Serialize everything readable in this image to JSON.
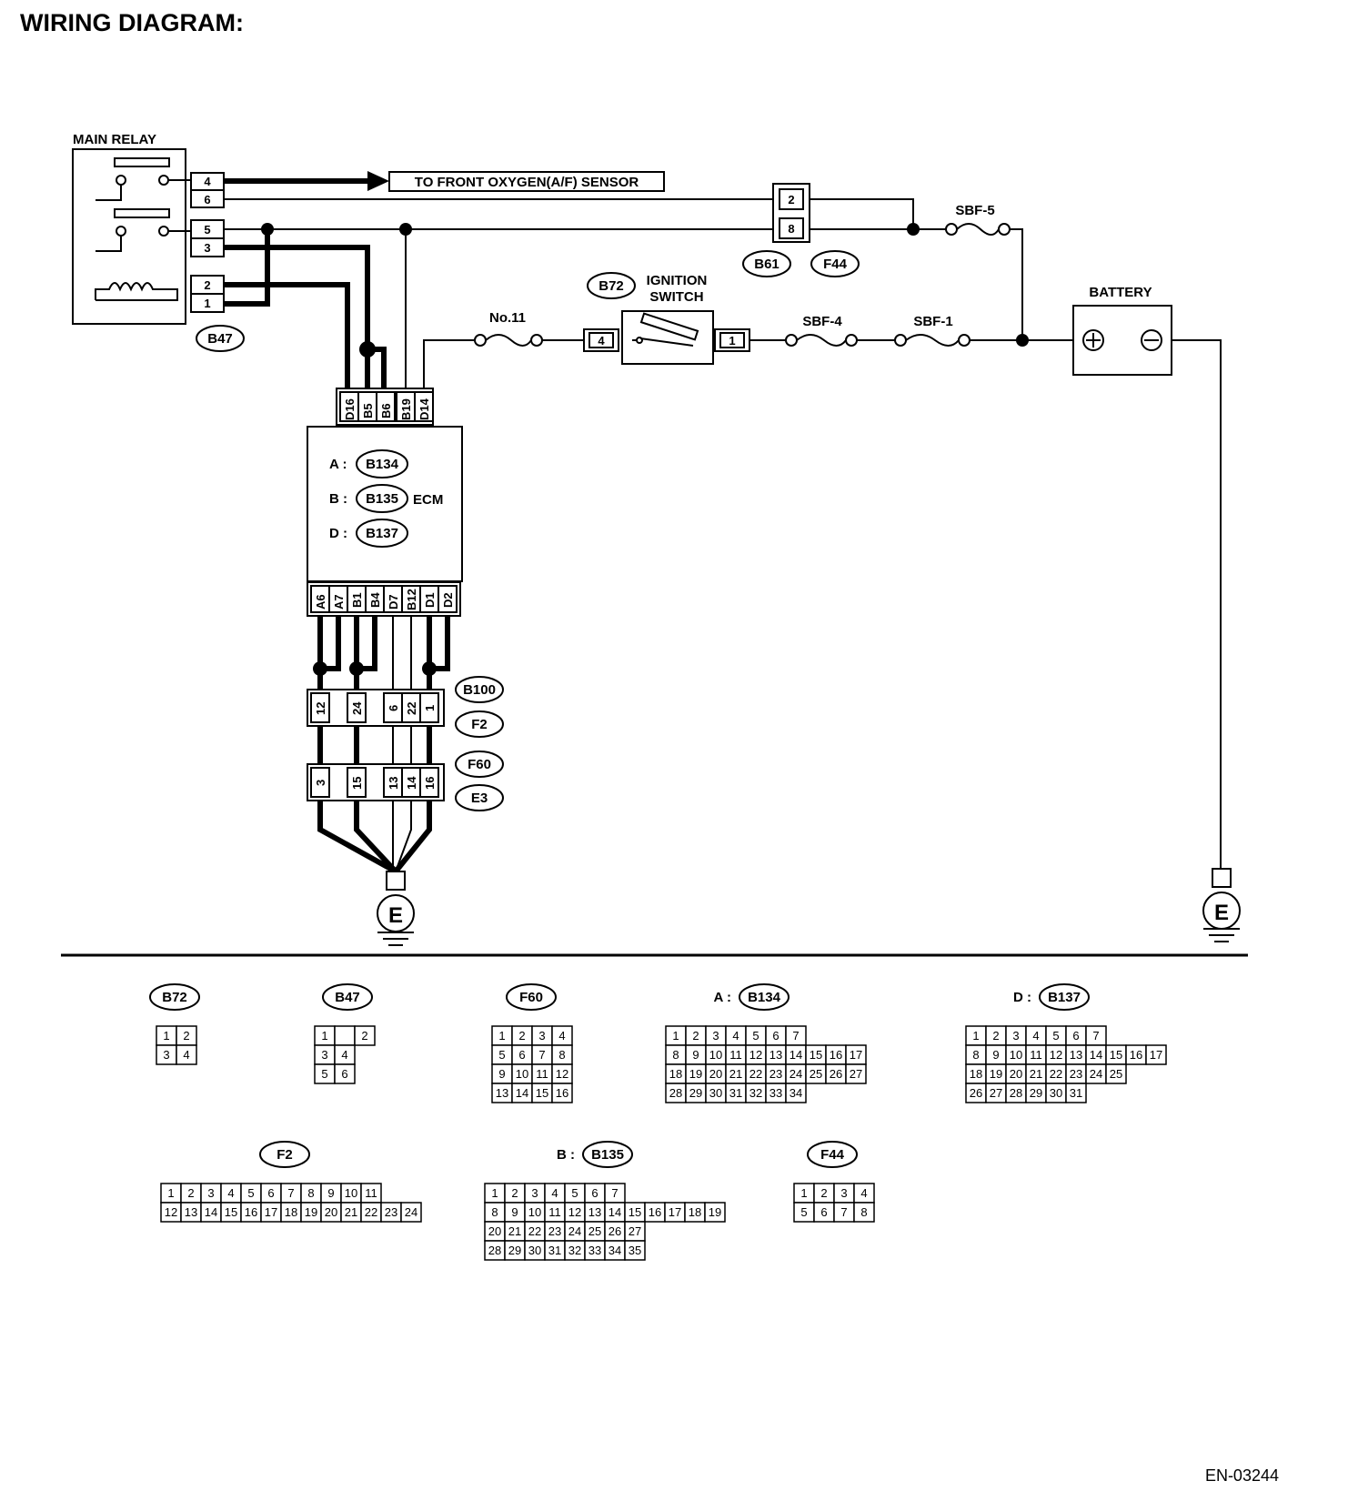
{
  "title": "WIRING DIAGRAM:",
  "doc_code": "EN-03244",
  "main_relay": {
    "label": "MAIN RELAY",
    "connector": "B47",
    "pins": [
      "4",
      "6",
      "5",
      "3",
      "2",
      "1"
    ]
  },
  "front_oxygen_label": "TO FRONT OXYGEN(A/F) SENSOR",
  "b61_connector": {
    "pins": [
      "2",
      "8"
    ],
    "names": [
      "B61",
      "F44"
    ]
  },
  "fuses": {
    "sbf5": "SBF-5",
    "no11": "No.11",
    "sbf4": "SBF-4",
    "sbf1": "SBF-1"
  },
  "ignition_switch": {
    "label_line1": "IGNITION",
    "label_line2": "SWITCH",
    "connector": "B72",
    "pin_left": "4",
    "pin_right": "1"
  },
  "battery": {
    "label": "BATTERY",
    "plus": "⊕",
    "minus": "⊖"
  },
  "ecm": {
    "label": "ECM",
    "top_pins": [
      "D16",
      "B5",
      "B6",
      "B19",
      "D14"
    ],
    "bottom_pins": [
      "A6",
      "A7",
      "B1",
      "B4",
      "D7",
      "B12",
      "D1",
      "D2"
    ],
    "connectors": [
      {
        "letter": "A :",
        "name": "B134"
      },
      {
        "letter": "B :",
        "name": "B135"
      },
      {
        "letter": "D :",
        "name": "B137"
      }
    ]
  },
  "joint_b100": {
    "names": [
      "B100",
      "F2"
    ],
    "pins": [
      "12",
      "24",
      "6",
      "22",
      "1"
    ]
  },
  "joint_f60": {
    "names": [
      "F60",
      "E3"
    ],
    "pins": [
      "3",
      "15",
      "13",
      "14",
      "16"
    ]
  },
  "ground_label": "E",
  "connector_views": [
    {
      "name": "B72",
      "prefix": "",
      "rows": [
        [
          "1",
          "2"
        ],
        [
          "3",
          "4"
        ]
      ]
    },
    {
      "name": "B47",
      "prefix": "",
      "rows": [
        [
          "1",
          "",
          "2"
        ],
        [
          "3",
          "4"
        ],
        [
          "5",
          "6"
        ]
      ]
    },
    {
      "name": "F60",
      "prefix": "",
      "rows": [
        [
          "1",
          "2",
          "3",
          "4"
        ],
        [
          "5",
          "6",
          "7",
          "8"
        ],
        [
          "9",
          "10",
          "11",
          "12"
        ],
        [
          "13",
          "14",
          "15",
          "16"
        ]
      ]
    },
    {
      "name": "B134",
      "prefix": "A :",
      "rows": [
        [
          "1",
          "2",
          "3",
          "4",
          "5",
          "6",
          "7"
        ],
        [
          "8",
          "9",
          "10",
          "11",
          "12",
          "13",
          "14",
          "15",
          "16",
          "17"
        ],
        [
          "18",
          "19",
          "20",
          "21",
          "22",
          "23",
          "24",
          "25",
          "26",
          "27"
        ],
        [
          "28",
          "29",
          "30",
          "31",
          "32",
          "33",
          "34"
        ]
      ]
    },
    {
      "name": "B137",
      "prefix": "D :",
      "rows": [
        [
          "1",
          "2",
          "3",
          "4",
          "5",
          "6",
          "7"
        ],
        [
          "8",
          "9",
          "10",
          "11",
          "12",
          "13",
          "14",
          "15",
          "16",
          "17"
        ],
        [
          "18",
          "19",
          "20",
          "21",
          "22",
          "23",
          "24",
          "25"
        ],
        [
          "26",
          "27",
          "28",
          "29",
          "30",
          "31"
        ]
      ]
    },
    {
      "name": "F2",
      "prefix": "",
      "rows": [
        [
          "1",
          "2",
          "3",
          "4",
          "5",
          "6",
          "7",
          "8",
          "9",
          "10",
          "11"
        ],
        [
          "12",
          "13",
          "14",
          "15",
          "16",
          "17",
          "18",
          "19",
          "20",
          "21",
          "22",
          "23",
          "24"
        ]
      ]
    },
    {
      "name": "B135",
      "prefix": "B :",
      "rows": [
        [
          "1",
          "2",
          "3",
          "4",
          "5",
          "6",
          "7"
        ],
        [
          "8",
          "9",
          "10",
          "11",
          "12",
          "13",
          "14",
          "15",
          "16",
          "17",
          "18",
          "19"
        ],
        [
          "20",
          "21",
          "22",
          "23",
          "24",
          "25",
          "26",
          "27"
        ],
        [
          "28",
          "29",
          "30",
          "31",
          "32",
          "33",
          "34",
          "35"
        ]
      ]
    },
    {
      "name": "F44",
      "prefix": "",
      "rows": [
        [
          "1",
          "2",
          "3",
          "4"
        ],
        [
          "5",
          "6",
          "7",
          "8"
        ]
      ]
    }
  ]
}
